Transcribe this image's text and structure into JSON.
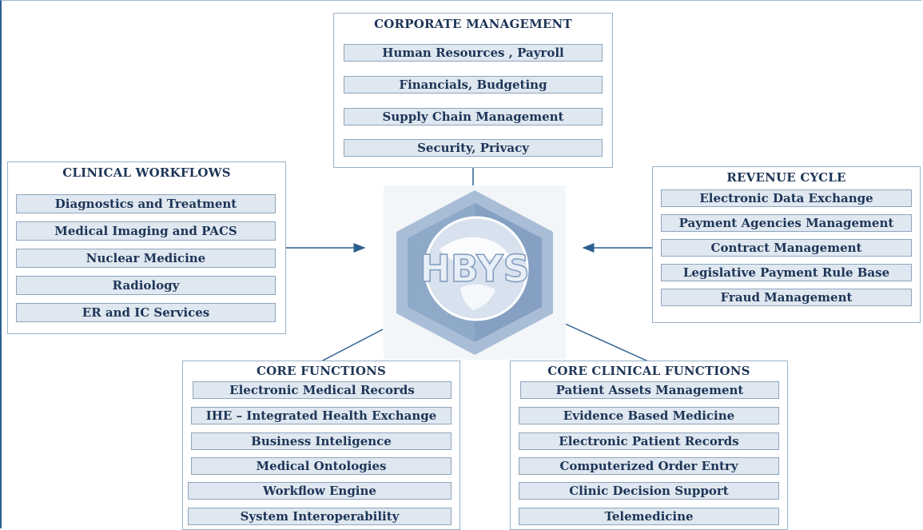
{
  "hub": {
    "label": "HBYS"
  },
  "groups": {
    "corporate": {
      "title": "CORPORATE MANAGEMENT",
      "items": [
        "Human Resources , Payroll",
        "Financials, Budgeting",
        "Supply Chain Management",
        "Security, Privacy"
      ]
    },
    "clinical": {
      "title": "CLINICAL WORKFLOWS",
      "items": [
        "Diagnostics and Treatment",
        "Medical Imaging and PACS",
        "Nuclear Medicine",
        "Radiology",
        "ER and IC Services"
      ]
    },
    "revenue": {
      "title": "REVENUE CYCLE",
      "items": [
        "Electronic Data Exchange",
        "Payment Agencies Management",
        "Contract Management",
        "Legislative Payment Rule Base",
        "Fraud Management"
      ]
    },
    "core": {
      "title": "CORE FUNCTIONS",
      "items": [
        "Electronic Medical Records",
        "IHE – Integrated Health Exchange",
        "Business Inteligence",
        "Medical Ontologies",
        "Workflow Engine",
        "System Interoperability"
      ]
    },
    "coreclinical": {
      "title": "CORE CLINICAL FUNCTIONS",
      "items": [
        "Patient Assets Management",
        "Evidence Based Medicine",
        "Electronic Patient Records",
        "Computerized Order Entry",
        "Clinic Decision Support",
        "Telemedicine"
      ]
    }
  },
  "colors": {
    "accent": "#2c5f8f",
    "item_fill": "#dfe7f0",
    "hub_fill": "#8fa9c9"
  }
}
